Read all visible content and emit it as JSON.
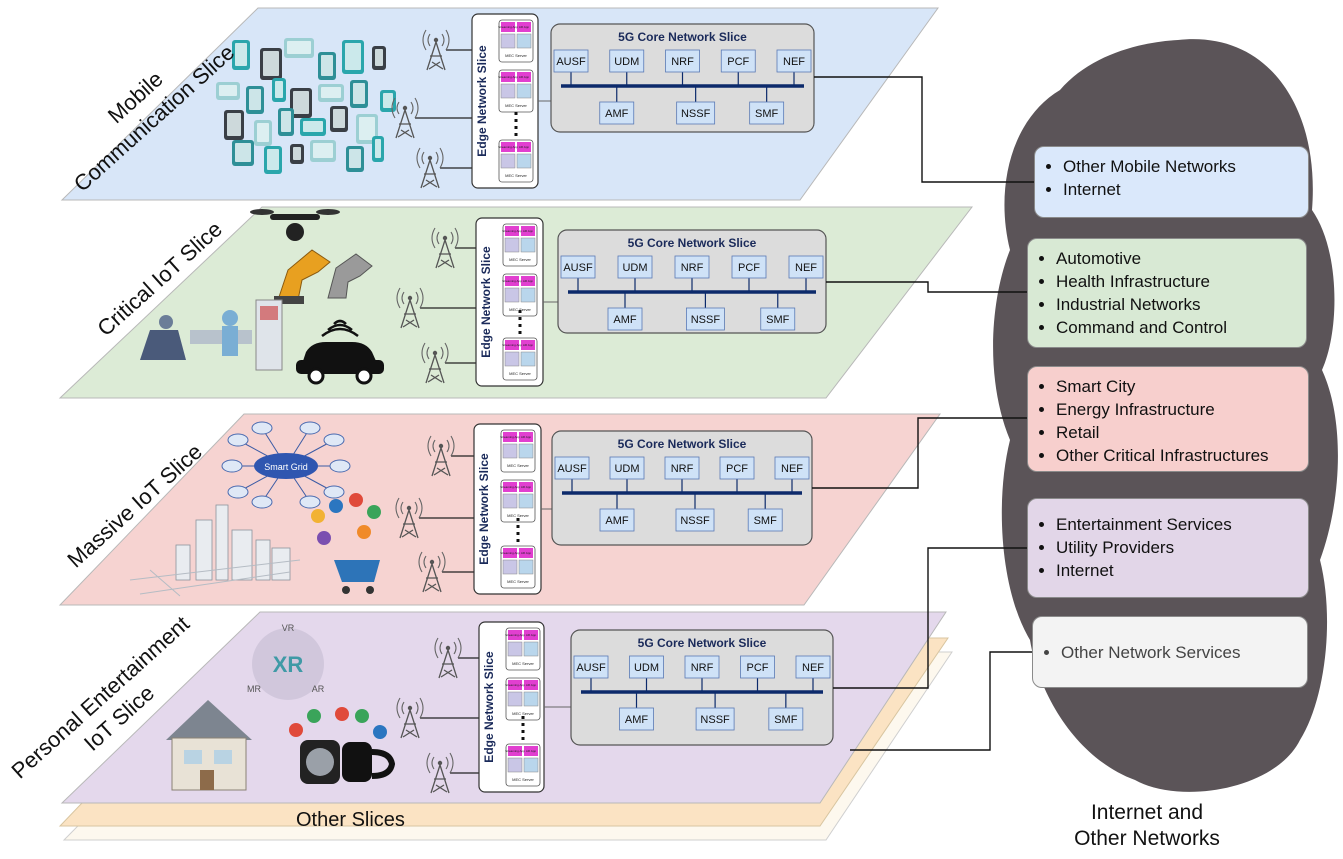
{
  "slices": [
    {
      "title_line1": "Mobile",
      "title_line2": "Communication Slice",
      "color": "#d8e6f8",
      "core_title": "5G Core Network Slice",
      "core_top": [
        "AUSF",
        "UDM",
        "NRF",
        "PCF",
        "NEF"
      ],
      "core_bottom": [
        "AMF",
        "NSSF",
        "SMF"
      ],
      "edge_title": "Edge Network Slice"
    },
    {
      "title_line1": "Critical IoT Slice",
      "title_line2": "",
      "color": "#dcebd6",
      "core_title": "5G Core Network Slice",
      "core_top": [
        "AUSF",
        "UDM",
        "NRF",
        "PCF",
        "NEF"
      ],
      "core_bottom": [
        "AMF",
        "NSSF",
        "SMF"
      ],
      "edge_title": "Edge Network Slice"
    },
    {
      "title_line1": "Massive IoT Slice",
      "title_line2": "",
      "color": "#f6d3d1",
      "core_title": "5G Core Network Slice",
      "core_top": [
        "AUSF",
        "UDM",
        "NRF",
        "PCF",
        "NEF"
      ],
      "core_bottom": [
        "AMF",
        "NSSF",
        "SMF"
      ],
      "edge_title": "Edge Network Slice",
      "icon_label": "Smart Grid"
    },
    {
      "title_line1": "Personal Entertainment",
      "title_line2": "IoT Slice",
      "color": "#e4d8ec",
      "core_title": "5G Core Network Slice",
      "core_top": [
        "AUSF",
        "UDM",
        "NRF",
        "PCF",
        "NEF"
      ],
      "core_bottom": [
        "AMF",
        "NSSF",
        "SMF"
      ],
      "edge_title": "Edge Network Slice",
      "xr": {
        "center": "XR",
        "top": "VR",
        "left": "MR",
        "right": "AR"
      }
    }
  ],
  "other_slices_label": "Other Slices",
  "cloud": {
    "label_line1": "Internet and",
    "label_line2": "Other Networks",
    "color": "#5b5458"
  },
  "service_boxes": [
    {
      "items": [
        "Other Mobile Networks",
        "Internet"
      ],
      "color": "#dae8fb"
    },
    {
      "items": [
        "Automotive",
        "Health Infrastructure",
        "Industrial Networks",
        "Command and Control"
      ],
      "color": "#d8e9d4"
    },
    {
      "items": [
        "Smart City",
        "Energy Infrastructure",
        "Retail",
        "Other Critical Infrastructures"
      ],
      "color": "#f7cfcd"
    },
    {
      "items": [
        "Entertainment Services",
        "Utility Providers",
        "Internet"
      ],
      "color": "#e2d6e8"
    },
    {
      "items": [
        "Other Network Services"
      ],
      "color": "#f3f3f3"
    }
  ],
  "edge_card": {
    "streaming": "Streaming App",
    "ar": "AR App",
    "server": "MEC Server"
  }
}
